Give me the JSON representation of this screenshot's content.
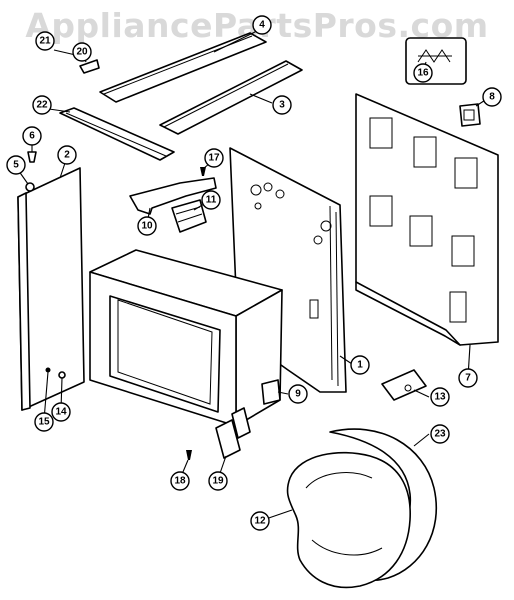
{
  "watermark": "AppliancePartsPros.com",
  "callouts": [
    {
      "id": "c1",
      "label": "1"
    },
    {
      "id": "c2",
      "label": "2"
    },
    {
      "id": "c3",
      "label": "3"
    },
    {
      "id": "c4",
      "label": "4"
    },
    {
      "id": "c5",
      "label": "5"
    },
    {
      "id": "c6",
      "label": "6"
    },
    {
      "id": "c7",
      "label": "7"
    },
    {
      "id": "c8",
      "label": "8"
    },
    {
      "id": "c9",
      "label": "9"
    },
    {
      "id": "c10",
      "label": "10"
    },
    {
      "id": "c11",
      "label": "11"
    },
    {
      "id": "c12",
      "label": "12"
    },
    {
      "id": "c13",
      "label": "13"
    },
    {
      "id": "c14",
      "label": "14"
    },
    {
      "id": "c15",
      "label": "15"
    },
    {
      "id": "c16",
      "label": "16"
    },
    {
      "id": "c17",
      "label": "17"
    },
    {
      "id": "c18",
      "label": "18"
    },
    {
      "id": "c19",
      "label": "19"
    },
    {
      "id": "c20",
      "label": "20"
    },
    {
      "id": "c21",
      "label": "21"
    },
    {
      "id": "c22",
      "label": "22"
    },
    {
      "id": "c23",
      "label": "23"
    }
  ]
}
